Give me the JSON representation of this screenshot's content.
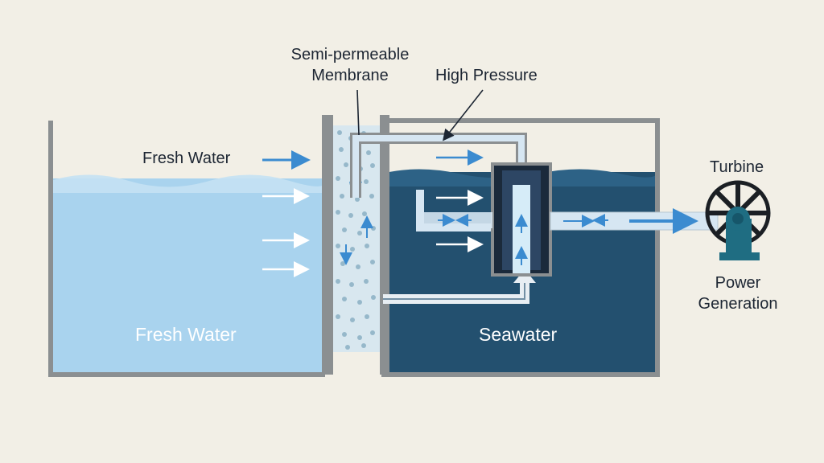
{
  "labels": {
    "membrane_line1": "Semi-permeable",
    "membrane_line2": "Membrane",
    "high_pressure": "High Pressure",
    "fresh_water_top": "Fresh Water",
    "turbine": "Turbine",
    "power_line1": "Power",
    "power_line2": "Generation",
    "fresh_water_tank": "Fresh Water",
    "seawater_tank": "Seawater"
  },
  "colors": {
    "background": "#f2efe6",
    "fresh_water": "#a9d3ee",
    "seawater": "#23506f",
    "tank_wall": "#8b8f91",
    "pipe": "#d6e6f2",
    "arrow": "#3b8bd0",
    "turbine_body": "#1f6d82"
  },
  "icons": [
    "turbine-icon",
    "flow-arrow-icon"
  ]
}
